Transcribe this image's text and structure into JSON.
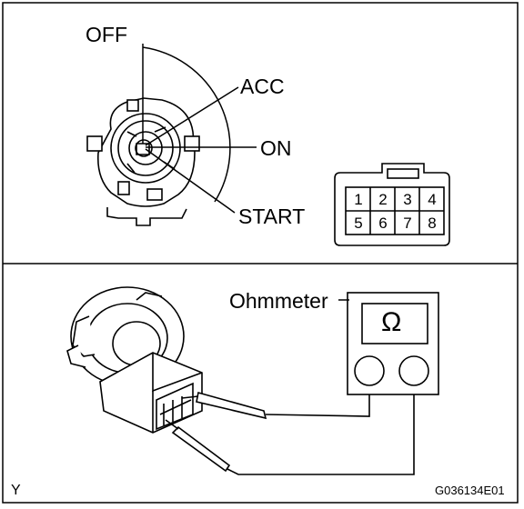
{
  "switch_positions": {
    "off": "OFF",
    "acc": "ACC",
    "on": "ON",
    "start": "START"
  },
  "connector": {
    "pins_top": [
      "1",
      "2",
      "3",
      "4"
    ],
    "pins_bottom": [
      "5",
      "6",
      "7",
      "8"
    ]
  },
  "meter": {
    "label": "Ohmmeter",
    "unit_symbol": "Ω"
  },
  "footer": {
    "corner_mark": "Y",
    "figure_code": "G036134E01"
  }
}
